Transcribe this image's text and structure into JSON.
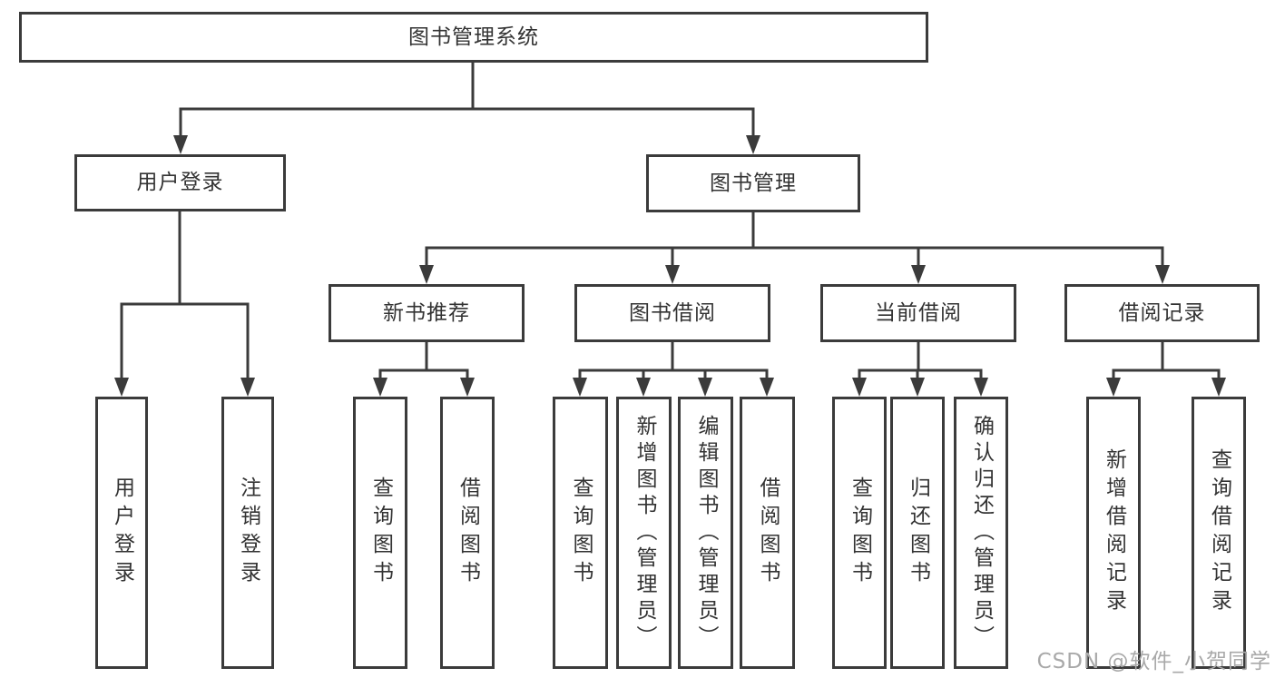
{
  "diagram": {
    "title": "图书管理系统",
    "branches": [
      {
        "label": "用户登录",
        "children": [
          {
            "label": "用户登录"
          },
          {
            "label": "注销登录"
          }
        ]
      },
      {
        "label": "图书管理",
        "children": [
          {
            "label": "新书推荐",
            "children": [
              {
                "label": "查询图书"
              },
              {
                "label": "借阅图书"
              }
            ]
          },
          {
            "label": "图书借阅",
            "children": [
              {
                "label": "查询图书"
              },
              {
                "label": "新增图书（管理员）"
              },
              {
                "label": "编辑图书（管理员）"
              },
              {
                "label": "借阅图书"
              }
            ]
          },
          {
            "label": "当前借阅",
            "children": [
              {
                "label": "查询图书"
              },
              {
                "label": "归还图书"
              },
              {
                "label": "确认归还（管理员）"
              }
            ]
          },
          {
            "label": "借阅记录",
            "children": [
              {
                "label": "新增借阅记录"
              },
              {
                "label": "查询借阅记录"
              }
            ]
          }
        ]
      }
    ]
  },
  "watermark": {
    "text": "CSDN @软件_小贺同学"
  },
  "colors": {
    "line": "#3b3b3b",
    "text": "#333333",
    "background": "#ffffff",
    "watermark": "#a9a9a9"
  }
}
